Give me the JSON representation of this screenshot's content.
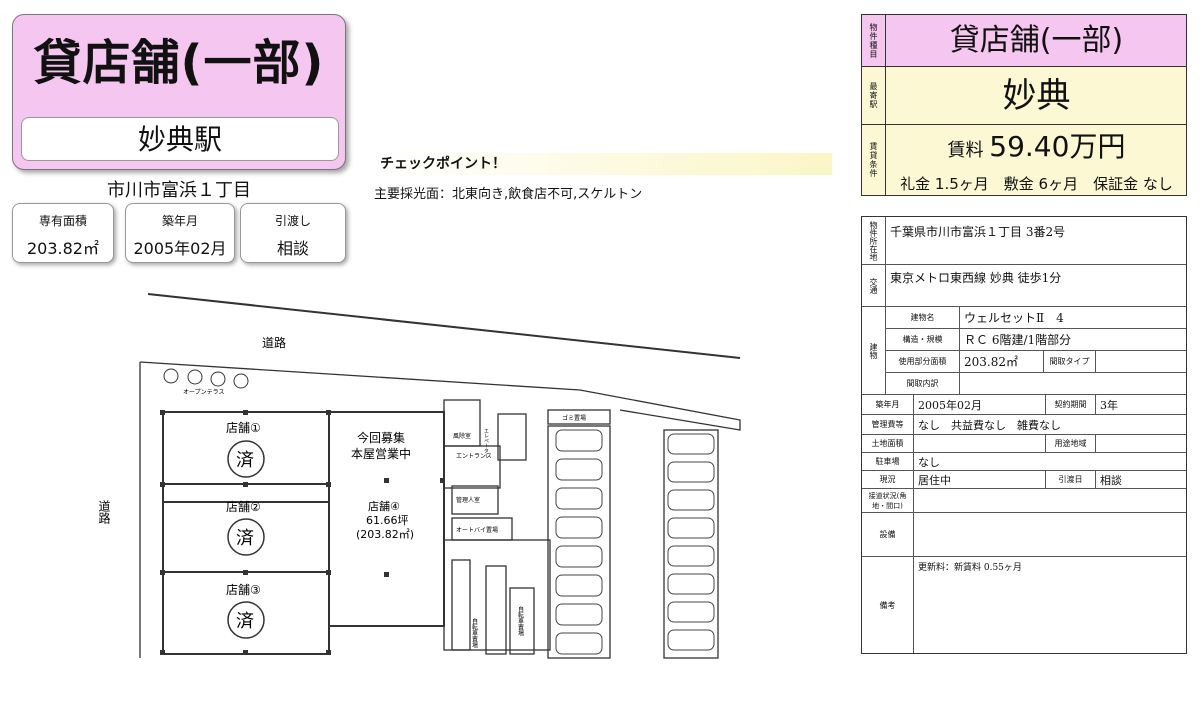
{
  "title": {
    "type": "貸店舗(一部)",
    "station": "妙典駅"
  },
  "address_short": "市川市富浜１丁目",
  "chips": [
    {
      "label": "専有面積",
      "value": "203.82㎡"
    },
    {
      "label": "築年月",
      "value": "2005年02月"
    },
    {
      "label": "引渡し",
      "value": "相談"
    }
  ],
  "checkpoint": {
    "heading": "チェックポイント！",
    "text": "主要採光面：北東向き,飲食店不可,スケルトン"
  },
  "summary": {
    "type_label": "物件種目",
    "type_value": "貸店舗(一部)",
    "station_label": "最寄駅",
    "station_value": "妙典",
    "terms_label": "賃貸条件",
    "rent_label": "賃料",
    "rent_value": "59.40万円",
    "terms_line": "礼金 1.5ヶ月　敷金 6ヶ月　保証金 なし"
  },
  "detail": {
    "location_label": "物件所在地",
    "location_value": "千葉県市川市富浜１丁目 3番2号",
    "transport_label": "交通",
    "transport_value": "東京メトロ東西線 妙典 徒歩1分",
    "building_label": "建物",
    "building_name_label": "建物名",
    "building_name_value": "ウェルセットⅡ　4",
    "structure_label": "構造・規模",
    "structure_value": "ＲＣ 6階建/1階部分",
    "area_label": "使用部分面積",
    "area_value": "203.82㎡",
    "layout_type_label": "間取タイプ",
    "layout_detail_label": "間取内訳",
    "built_label": "築年月",
    "built_value": "2005年02月",
    "contract_label": "契約期間",
    "contract_value": "3年",
    "mgmt_label": "管理費等",
    "mgmt_value": "なし　共益費なし　雑費なし",
    "land_label": "土地面積",
    "zoning_label": "用途地域",
    "parking_label": "駐車場",
    "parking_value": "なし",
    "status_label": "現況",
    "status_value": "居住中",
    "handover_label": "引渡日",
    "handover_value": "相談",
    "road_label": "接道状況(角地・間口)",
    "equip_label": "設備",
    "notes_label": "備考",
    "notes_value": "更新料：新賃料 0.55ヶ月"
  },
  "plan": {
    "road_top": "道路",
    "road_left": "道路",
    "open_terrace": "オープンテラス",
    "shops": [
      {
        "name": "店舗①",
        "stamp": "済"
      },
      {
        "name": "店舗②",
        "stamp": "済"
      },
      {
        "name": "店舗③",
        "stamp": "済"
      }
    ],
    "recruit_line1": "今回募集",
    "recruit_line2": "本屋営業中",
    "shop4_name": "店舗④",
    "shop4_tsubo": "61.66坪",
    "shop4_sqm": "(203.82㎡)",
    "room_entrance": "エントランス",
    "room_management": "管理人室",
    "room_bike": "オートバイ置場",
    "room_waiting": "風除室",
    "room_trash": "ゴミ置場",
    "room_elevator": "エレベーター",
    "room_bicycle1": "自転車置場",
    "room_bicycle2": "自転車置場"
  }
}
